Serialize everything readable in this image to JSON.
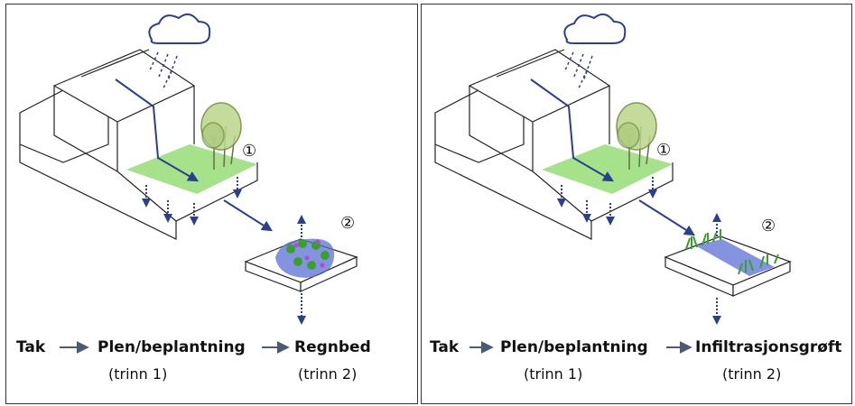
{
  "panels": [
    {
      "steps": [
        "Tak",
        "Plen/beplantning",
        "Regnbed"
      ],
      "subs": [
        "(trinn 1)",
        "(trinn 2)"
      ],
      "markers": [
        "①",
        "②"
      ]
    },
    {
      "steps": [
        "Tak",
        "Plen/beplantning",
        "Infiltrasjonsgrøft"
      ],
      "subs": [
        "(trinn 1)",
        "(trinn 2)"
      ],
      "markers": [
        "①",
        "②"
      ]
    }
  ],
  "colors": {
    "lawn": "#a6e28a",
    "flow_arrow": "#2b3f8f",
    "rain": "#2b3f8f",
    "pond": "#5a6fd6",
    "plants": "#3aa02c"
  }
}
